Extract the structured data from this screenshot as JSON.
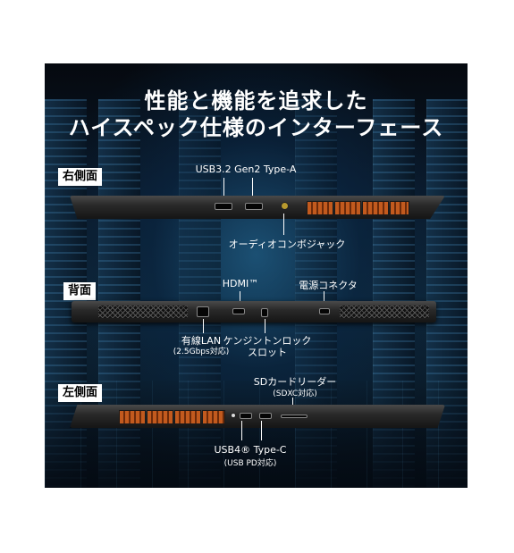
{
  "headline": {
    "line1": "性能と機能を追求した",
    "line2": "ハイスペック仕様のインターフェース"
  },
  "right_side": {
    "tag": "右側面",
    "usb_label": "USB3.2 Gen2 Type-A",
    "audio_label": "オーディオコンボジャック"
  },
  "back_side": {
    "tag": "背面",
    "hdmi_label": "HDMI™",
    "power_label": "電源コネクタ",
    "lan_label": "有線LAN",
    "lan_sub": "(2.5Gbps対応)",
    "lock_label_1": "ケンジントンロック",
    "lock_label_2": "スロット"
  },
  "left_side": {
    "tag": "左側面",
    "sd_label": "SDカードリーダー",
    "sd_sub": "(SDXC対応)",
    "usb4_label": "USB4® Type-C",
    "usb4_sub": "(USB PD対応)"
  },
  "colors": {
    "vent_orange": "#c25a1e",
    "background_blue": "#0d2436"
  }
}
